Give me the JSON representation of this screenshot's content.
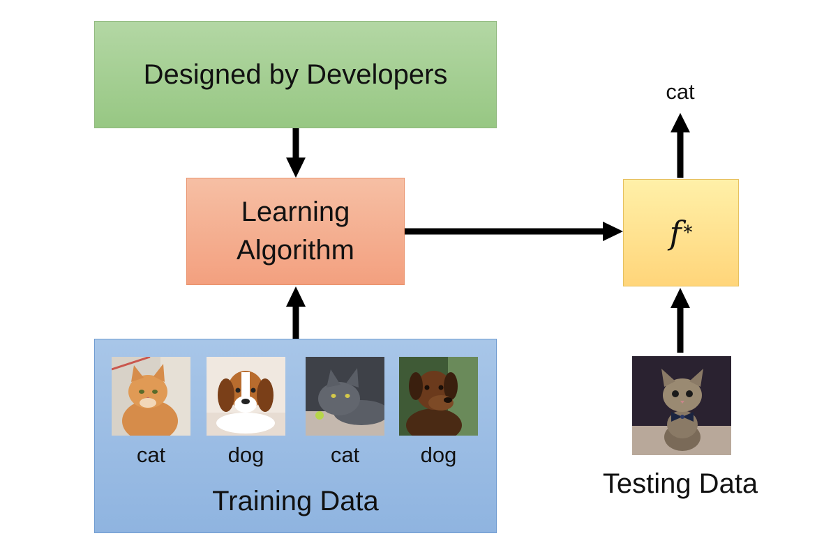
{
  "designed_box": {
    "label": "Designed by Developers"
  },
  "learning_box": {
    "line1": "Learning",
    "line2": "Algorithm"
  },
  "function_box": {
    "symbol": "f",
    "superscript": "*"
  },
  "output_label": "cat",
  "training": {
    "title": "Training Data",
    "samples": [
      {
        "label": "cat",
        "image": "orange-tabby-cat-photo"
      },
      {
        "label": "dog",
        "image": "beagle-puppy-photo"
      },
      {
        "label": "cat",
        "image": "gray-cat-photo"
      },
      {
        "label": "dog",
        "image": "brown-dog-photo"
      }
    ]
  },
  "testing": {
    "title": "Testing Data",
    "image": "kitten-with-bowtie-photo"
  },
  "colors": {
    "green_box": "#a5cf92",
    "orange_box": "#f4ac8c",
    "yellow_box": "#ffe08c",
    "blue_box": "#9dbde4",
    "arrow": "#000000"
  }
}
